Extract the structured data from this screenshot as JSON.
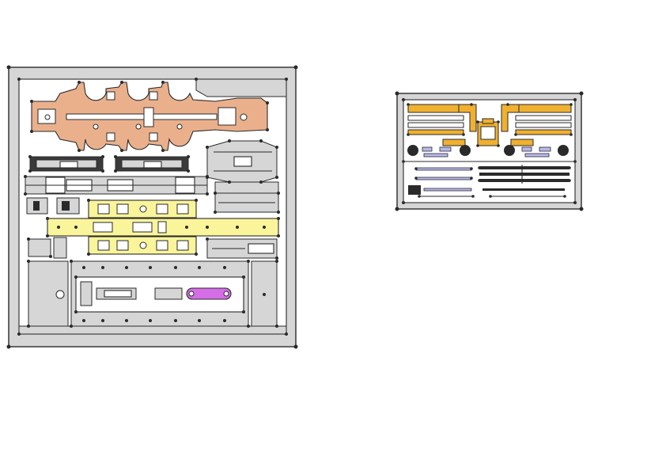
{
  "sheets": [
    {
      "id": "sheet-left",
      "parts": "frame-chassis-etch"
    },
    {
      "id": "sheet-right",
      "parts": "valve-gear-etch"
    }
  ],
  "colors": {
    "fret": "#d6d6d6",
    "outline": "#2a2a2a",
    "chassis": "#eab08c",
    "yellow": "#faf59a",
    "magenta": "#d56ee6",
    "orange": "#f0b030",
    "lavender": "#b8b8ee",
    "white": "#ffffff"
  }
}
